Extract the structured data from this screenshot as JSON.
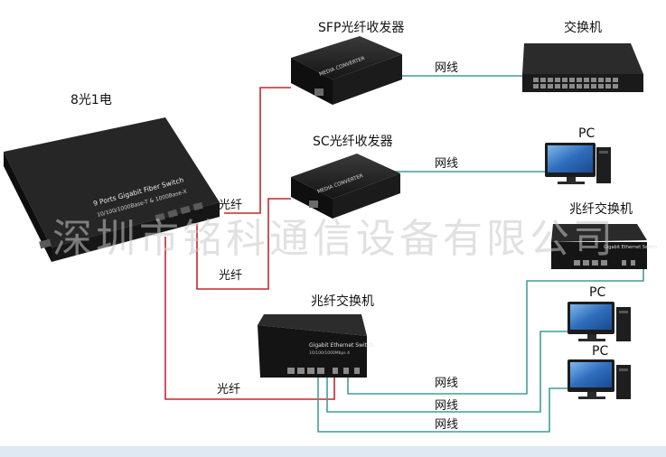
{
  "devices": {
    "main_switch": {
      "label": "8光1电",
      "front_text_1": "9 Ports  Gigabit  Fiber Switch",
      "front_text_2": "10/100/1000Base-T & 1000Base-X"
    },
    "sfp_transceiver": {
      "label": "SFP光纤收发器",
      "face_text": "MEDIA CONVERTER"
    },
    "sc_transceiver": {
      "label": "SC光纤收发器",
      "face_text": "MEDIA CONVERTER"
    },
    "switch_top": {
      "label": "交换机"
    },
    "pc_1": {
      "label": "PC"
    },
    "fiber_switch_right": {
      "label": "兆纤交换机",
      "face_text": "Gigabit Ethernet Switch"
    },
    "pc_2": {
      "label": "PC"
    },
    "pc_3": {
      "label": "PC"
    },
    "fiber_switch_bottom": {
      "label": "兆纤交换机",
      "face_text_1": "Gigabit  Ethernet  Switch",
      "face_text_2": "10/100/1000Mbps 4"
    }
  },
  "links": {
    "fiber_1": "光纤",
    "fiber_2": "光纤",
    "fiber_3": "光纤",
    "cable_1": "网线",
    "cable_2": "网线",
    "cable_3": "网线",
    "cable_4": "网线",
    "cable_5": "网线"
  },
  "watermark": "深圳市铭科通信设备有限公司",
  "colors": {
    "fiber": "#c0282d",
    "cable": "#3f9e9a",
    "device": "#1e1e1e",
    "screen": "#3a78c8"
  }
}
